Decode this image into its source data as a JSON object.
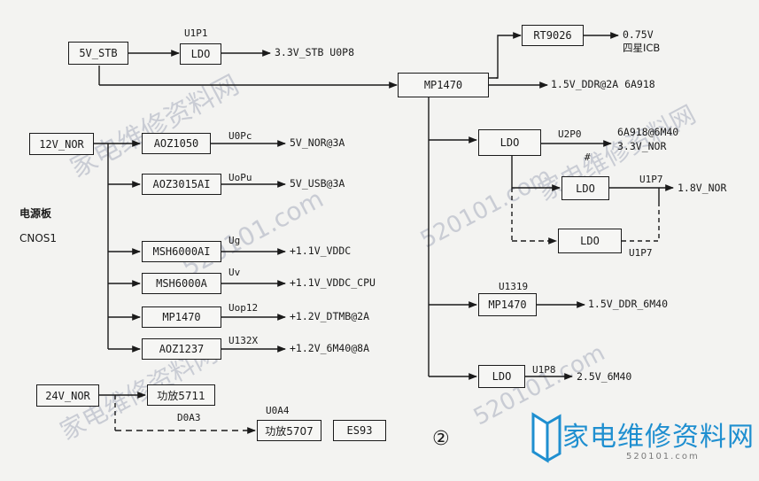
{
  "diagram": {
    "figure_number": "②",
    "side_labels": {
      "board": "电源板",
      "connector": "CNOS1"
    },
    "watermarks": [
      "家电维修资料网",
      "520101.com",
      "家电维修资料网",
      "520101.com",
      "家电维修资料网",
      "520101.com"
    ],
    "logo": {
      "text": "家电维修资料网",
      "domain": "520101.com"
    },
    "inputs": {
      "5v_stb": "5V_STB",
      "12v_nor": "12V_NOR",
      "24v_nor": "24V_NOR"
    },
    "blocks": {
      "ldo_u1p1": "LDO",
      "mp1470_main": "MP1470",
      "rt9026": "RT9026",
      "aoz1050": "AOZ1050",
      "aoz3015ai": "AOZ3015AI",
      "msh6000ai": "MSH6000AI",
      "msh6000a": "MSH6000A",
      "mp1470_u0p12": "MP1470",
      "aoz1237": "AOZ1237",
      "amp5711": "功放5711",
      "amp5707": "功放5707",
      "es93": "ES93",
      "ldo_u2p0": "LDO",
      "ldo_u1p7_a": "LDO",
      "ldo_u1p7_b": "LDO",
      "mp1470_u1319": "MP1470",
      "ldo_u1p8": "LDO"
    },
    "refdes": {
      "u1p1": "U1P1",
      "u0pc": "U0Pc",
      "u0pu": "UoPu",
      "ug": "Ug",
      "uv": "Uv",
      "uop12": "Uop12",
      "u132x": "U132X",
      "d0a3": "D0A3",
      "u0a4": "U0A4",
      "u2p0": "U2P0",
      "u1p7_a": "U1P7",
      "u1p7_b": "U1P7",
      "u1319": "U1319",
      "u1p8": "U1P8",
      "hash": "#"
    },
    "outputs": {
      "3v3_stb": "3.3V_STB U0P8",
      "0v75": "0.75V",
      "samsung_ic": "四星ICB",
      "1v5_ddr_2a": "1.5V_DDR@2A 6A918",
      "5v_nor_3a": "5V_NOR@3A",
      "5v_usb_3a": "5V_USB@3A",
      "1v1_vddc": "+1.1V_VDDC",
      "1v1_vddc_cpu": "+1.1V_VDDC_CPU",
      "1v2_dtmb": "+1.2V_DTMB@2A",
      "1v2_6m40": "+1.2V_6M40@8A",
      "6a918_6m40": "6A918@6M40",
      "3v3_nor": "3.3V_NOR",
      "1v8_nor": "1.8V_NOR",
      "1v5_ddr_6m40": "1.5V_DDR_6M40",
      "2v5_6m40": "2.5V_6M40"
    }
  }
}
